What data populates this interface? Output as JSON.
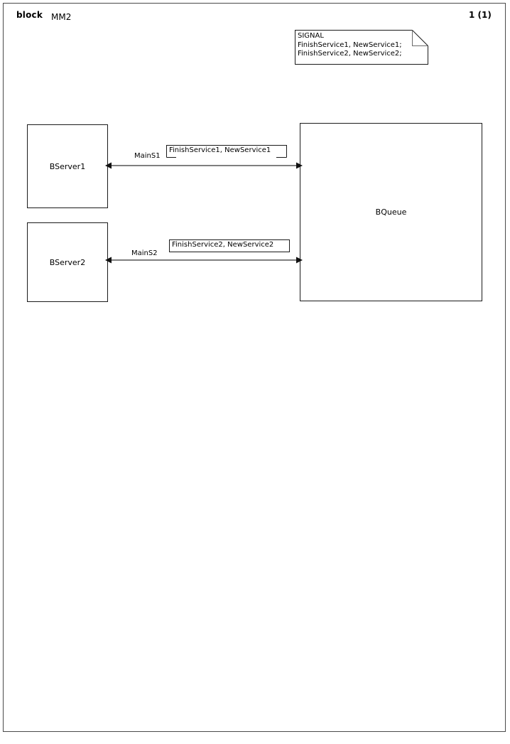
{
  "header": {
    "kind": "block",
    "name": "MM2",
    "page_number": "1 (1)"
  },
  "signal_note": {
    "name": "signal-declaration-note",
    "text": "SIGNAL\nFinishService1, NewService1;\nFinishService2, NewService2;"
  },
  "blocks": [
    {
      "id": "bserver1",
      "label": "BServer1"
    },
    {
      "id": "bserver2",
      "label": "BServer2"
    },
    {
      "id": "bqueue",
      "label": "BQueue"
    }
  ],
  "channels": [
    {
      "id": "mains1",
      "name": "MainS1",
      "signal_list": "FinishService1, NewService1",
      "from": "BServer1",
      "to": "BQueue",
      "bidirectional": true
    },
    {
      "id": "mains2",
      "name": "MainS2",
      "signal_list": "FinishService2, NewService2",
      "from": "BServer2",
      "to": "BQueue",
      "bidirectional": true
    }
  ],
  "colors": {
    "frame": "#4a4a4a",
    "block_border": "#1a1a1a",
    "channel_line": "#555555",
    "text": "#000000",
    "background": "#ffffff"
  }
}
